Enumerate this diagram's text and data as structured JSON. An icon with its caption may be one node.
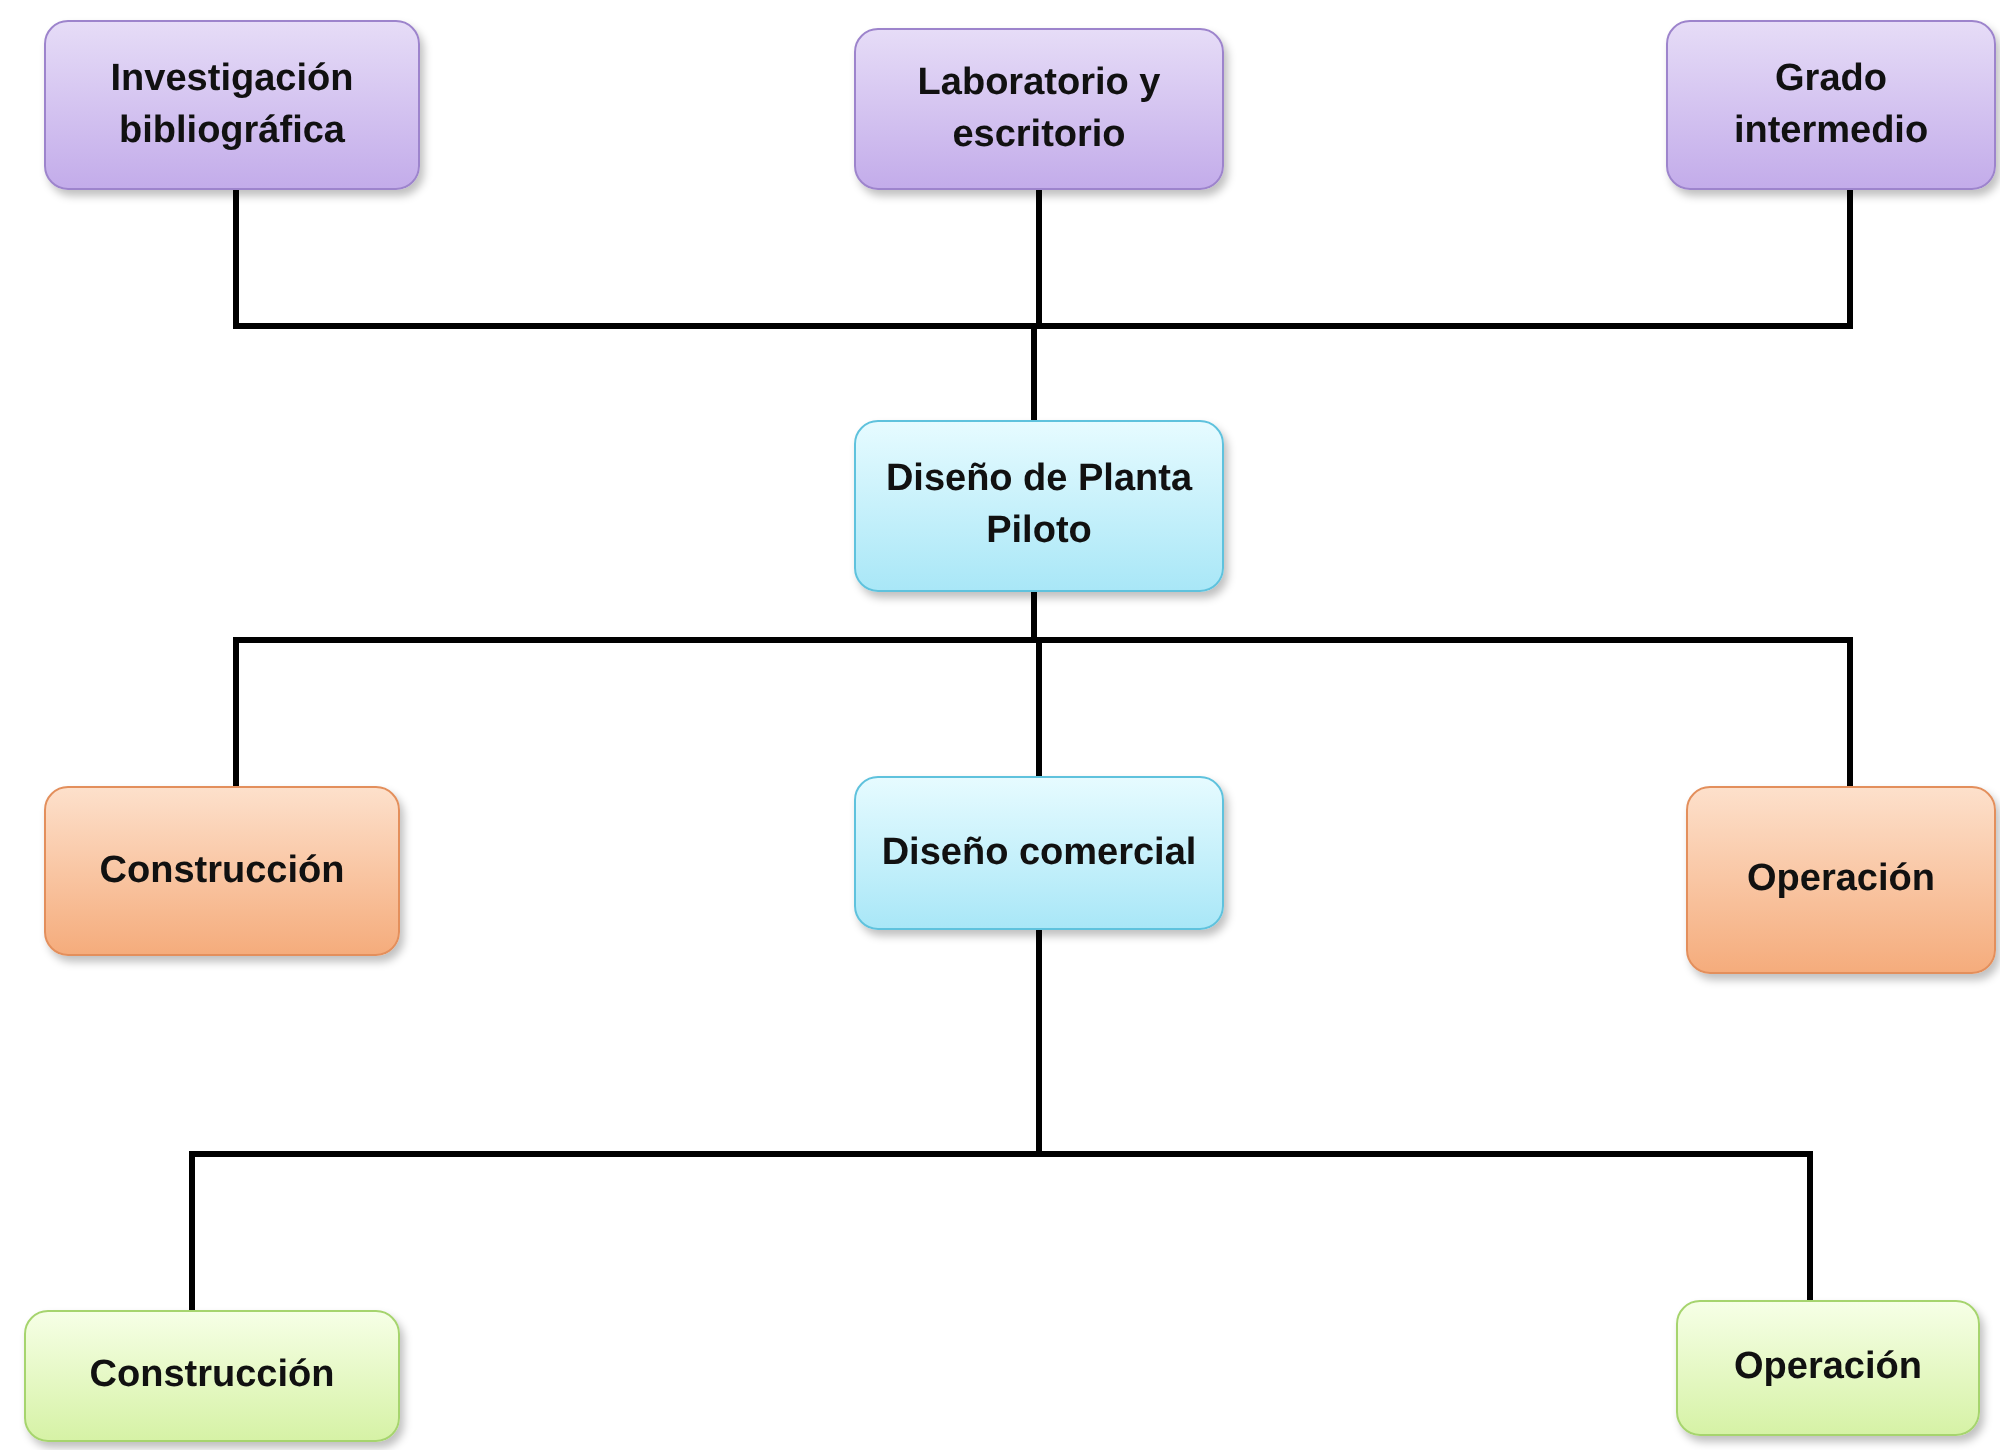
{
  "diagram": {
    "nodes": [
      {
        "text": [
          "Investigación bibliográfica"
        ]
      },
      {
        "text": [
          "Laboratorio y escritorio"
        ]
      },
      {
        "text": [
          "Grado intermedio"
        ]
      },
      {
        "text": [
          "Diseño de Planta Piloto"
        ]
      },
      {
        "text": [
          "Construcción"
        ]
      },
      {
        "text": [
          "Diseño comercial"
        ]
      },
      {
        "text": [
          "Operación"
        ]
      },
      {
        "text": [
          "Construcción"
        ]
      },
      {
        "text": [
          "Operación"
        ]
      }
    ],
    "edges": [
      {
        "from": 0,
        "to": 3,
        "arrow": "none"
      },
      {
        "from": 1,
        "to": 3,
        "arrow": "none"
      },
      {
        "from": 2,
        "to": 3,
        "arrow": "none"
      },
      {
        "from": 3,
        "to": 4,
        "arrow": "none"
      },
      {
        "from": 3,
        "to": 5,
        "arrow": "none"
      },
      {
        "from": 3,
        "to": 6,
        "arrow": "none"
      },
      {
        "from": 5,
        "to": 7,
        "arrow": "none"
      },
      {
        "from": 5,
        "to": 8,
        "arrow": "none"
      }
    ]
  }
}
